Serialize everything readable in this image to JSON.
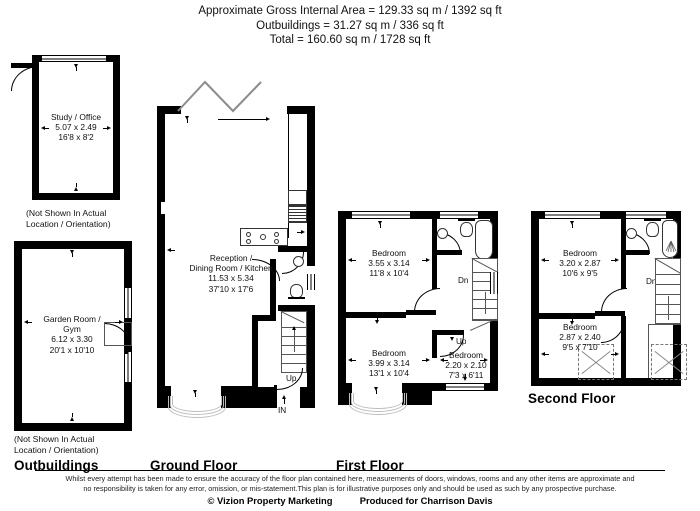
{
  "header": {
    "line1": "Approximate Gross Internal Area = 129.33 sq m / 1392 sq ft",
    "line2": "Outbuildings = 31.27 sq m / 336 sq ft",
    "line3": "Total = 160.60 sq m / 1728 sq ft"
  },
  "sections": {
    "outbuildings_title": "Outbuildings",
    "ground_title": "Ground Floor",
    "first_title": "First Floor",
    "second_title": "Second Floor"
  },
  "outbuildings": {
    "study": {
      "name": "Study / Office",
      "metric": "5.07 x 2.49",
      "imperial": "16'8 x 8'2"
    },
    "study_note_l1": "(Not Shown In Actual",
    "study_note_l2": "Location / Orientation)",
    "garden": {
      "name_l1": "Garden Room /",
      "name_l2": "Gym",
      "metric": "6.12 x 3.30",
      "imperial": "20'1 x 10'10"
    },
    "garden_note_l1": "(Not Shown In Actual",
    "garden_note_l2": "Location / Orientation)"
  },
  "ground": {
    "reception": {
      "name_l1": "Reception /",
      "name_l2": "Dining Room / Kitchen",
      "metric": "11.53 x 5.34",
      "imperial": "37'10 x 17'6"
    },
    "stairs_up": "Up",
    "entrance": "IN"
  },
  "first": {
    "bedroom_front": {
      "name": "Bedroom",
      "metric": "3.55 x 3.14",
      "imperial": "11'8 x 10'4"
    },
    "bedroom_rear": {
      "name": "Bedroom",
      "metric": "3.99 x 3.14",
      "imperial": "13'1 x 10'4"
    },
    "bedroom_small": {
      "name": "Bedroom",
      "metric": "2.20 x 2.10",
      "imperial": "7'3 x 6'11"
    },
    "stairs_down": "Dn",
    "stairs_up": "Up"
  },
  "second": {
    "bedroom_front": {
      "name": "Bedroom",
      "metric": "3.20 x 2.87",
      "imperial": "10'6 x 9'5"
    },
    "bedroom_rear": {
      "name": "Bedroom",
      "metric": "2.87 x 2.40",
      "imperial": "9'5 x 7'10"
    },
    "stairs_down": "Dn"
  },
  "footer": {
    "disclaimer_l1": "Whilst every attempt has been made to ensure the accuracy of the floor plan contained here, measurements of doors, windows, rooms and any other items are approximate and",
    "disclaimer_l2": "no responsibility is taken for any error, omission, or mis-statement.This plan is for illustrative purposes only and should be used as such by any prospective purchase.",
    "copyright": "© Vizion Property Marketing",
    "produced_for": "Produced for Charrison Davis"
  },
  "colors": {
    "wall": "#000000",
    "background": "#ffffff",
    "fixture_outline": "#333333",
    "stair_outline": "#555555"
  }
}
